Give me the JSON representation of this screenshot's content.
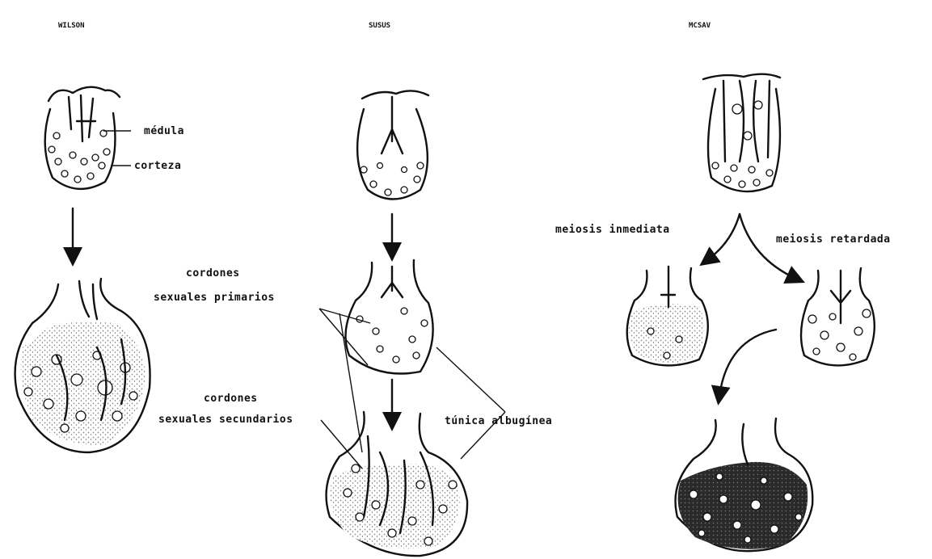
{
  "headers": {
    "left": "WILSON",
    "middle": "SUSUS",
    "right": "MCSAV"
  },
  "labels": {
    "medula": "médula",
    "corteza": "corteza",
    "cordones_primarios_1": "cordones",
    "cordones_primarios_2": "sexuales primarios",
    "cordones_secundarios_1": "cordones",
    "cordones_secundarios_2": "sexuales secundarios",
    "tunica_albuginea": "túnica albugínea",
    "meiosis_inmediata": "meiosis inmediata",
    "meiosis_retardada": "meiosis retardada"
  },
  "colors": {
    "ink": "#111111",
    "paper": "#ffffff",
    "stipple": "#9a9a9a"
  }
}
